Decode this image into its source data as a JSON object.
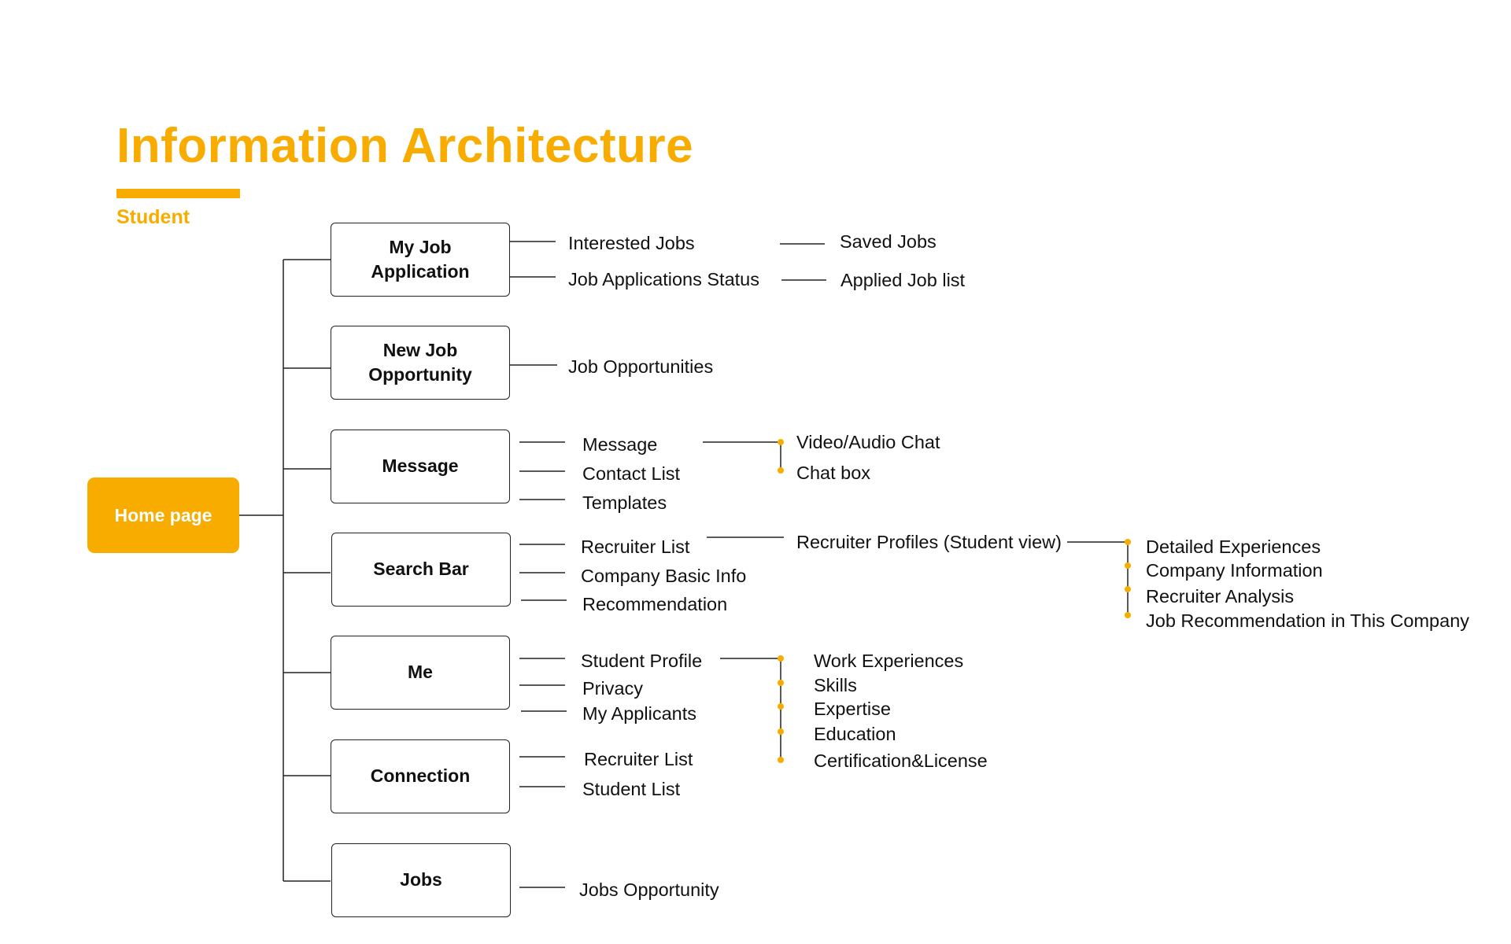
{
  "header": {
    "title": "Information Architecture",
    "subtitle": "Student"
  },
  "colors": {
    "accent": "#F9AC00",
    "line": "#222222",
    "text": "#111111"
  },
  "root": {
    "label": "Home page"
  },
  "sections": {
    "my_job_application": {
      "line1": "My Job",
      "line2": "Application",
      "items": [
        "Interested Jobs",
        "Job Applications Status"
      ],
      "sub": [
        "Saved Jobs",
        "Applied Job list"
      ]
    },
    "new_job_opportunity": {
      "line1": "New Job",
      "line2": "Opportunity",
      "items": [
        "Job Opportunities"
      ]
    },
    "message": {
      "label": "Message",
      "items": [
        "Message",
        "Contact List",
        "Templates"
      ],
      "sub": [
        "Video/Audio Chat",
        "Chat box"
      ]
    },
    "search_bar": {
      "label": "Search Bar",
      "items": [
        "Recruiter List",
        "Company Basic Info",
        "Recommendation"
      ],
      "profile": "Recruiter Profiles (Student view)",
      "sub": [
        "Detailed Experiences",
        "Company Information",
        "Recruiter Analysis",
        "Job Recommendation in This Company"
      ]
    },
    "me": {
      "label": "Me",
      "items": [
        "Student Profile",
        "Privacy",
        "My Applicants"
      ],
      "sub": [
        "Work Experiences",
        "Skills",
        "Expertise",
        "Education",
        "Certification&License"
      ]
    },
    "connection": {
      "label": "Connection",
      "items": [
        "Recruiter List",
        "Student List"
      ]
    },
    "jobs": {
      "label": "Jobs",
      "items": [
        "Jobs Opportunity"
      ]
    }
  }
}
